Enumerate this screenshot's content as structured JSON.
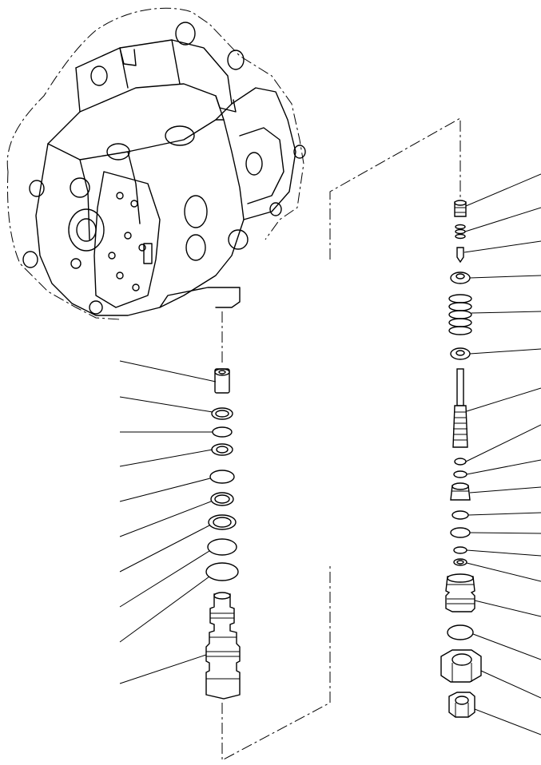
{
  "diagram": {
    "kind": "exploded parts view",
    "background": "#ffffff",
    "line_color": "#000000",
    "printed_text": []
  },
  "parts_left_stack": [
    {
      "name": "plug"
    },
    {
      "name": "backup-ring"
    },
    {
      "name": "o-ring"
    },
    {
      "name": "backup-ring"
    },
    {
      "name": "o-ring"
    },
    {
      "name": "backup-ring"
    },
    {
      "name": "backup-ring"
    },
    {
      "name": "o-ring"
    },
    {
      "name": "o-ring"
    },
    {
      "name": "relief-valve-cartridge"
    }
  ],
  "parts_right_stack": [
    {
      "name": "cap"
    },
    {
      "name": "spring"
    },
    {
      "name": "poppet"
    },
    {
      "name": "seat"
    },
    {
      "name": "spring"
    },
    {
      "name": "spacer"
    },
    {
      "name": "piston"
    },
    {
      "name": "o-ring"
    },
    {
      "name": "o-ring"
    },
    {
      "name": "sleeve"
    },
    {
      "name": "o-ring"
    },
    {
      "name": "o-ring"
    },
    {
      "name": "o-ring"
    },
    {
      "name": "backup-ring"
    },
    {
      "name": "valve-body"
    },
    {
      "name": "o-ring"
    },
    {
      "name": "lock-nut"
    },
    {
      "name": "nut"
    }
  ]
}
